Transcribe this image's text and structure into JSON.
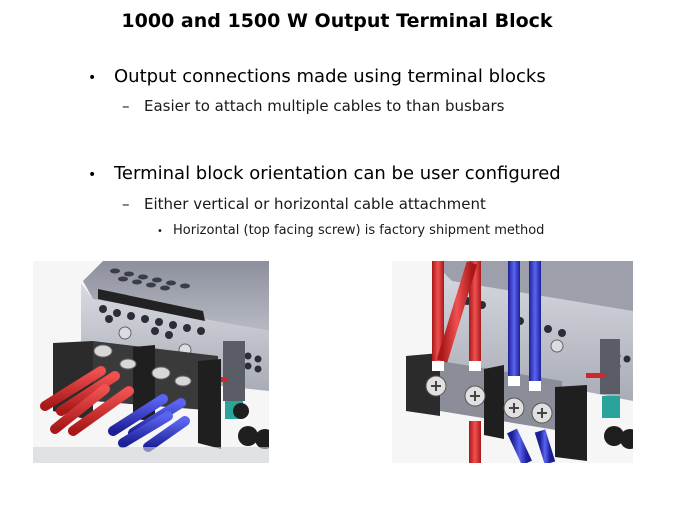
{
  "slide": {
    "title": "1000 and 1500 W Output Terminal Block",
    "bullets": [
      {
        "marker": "•",
        "text": "Output connections made using terminal blocks",
        "sub": [
          {
            "marker": "–",
            "text": "Easier to attach multiple cables to than busbars"
          }
        ]
      },
      {
        "marker": "•",
        "text": "Terminal block orientation can be user configured",
        "sub": [
          {
            "marker": "–",
            "text": "Either vertical or horizontal cable attachment",
            "sub": [
              {
                "marker": "•",
                "text": "Horizontal (top facing screw) is factory shipment method"
              }
            ]
          }
        ]
      }
    ],
    "images": [
      {
        "name": "horizontal-cable-attachment-photo",
        "description": "Terminal block with horizontal (top facing screw) cable attachment, red and blue cables"
      },
      {
        "name": "vertical-cable-attachment-photo",
        "description": "Terminal block with vertical cable attachment, red and blue cables"
      }
    ],
    "colors": {
      "cable_positive": "#d0282a",
      "cable_negative": "#2a32c8",
      "chassis": "#b9bcc6",
      "block": "#2b2b2b",
      "connector": "#2aa39a"
    }
  }
}
